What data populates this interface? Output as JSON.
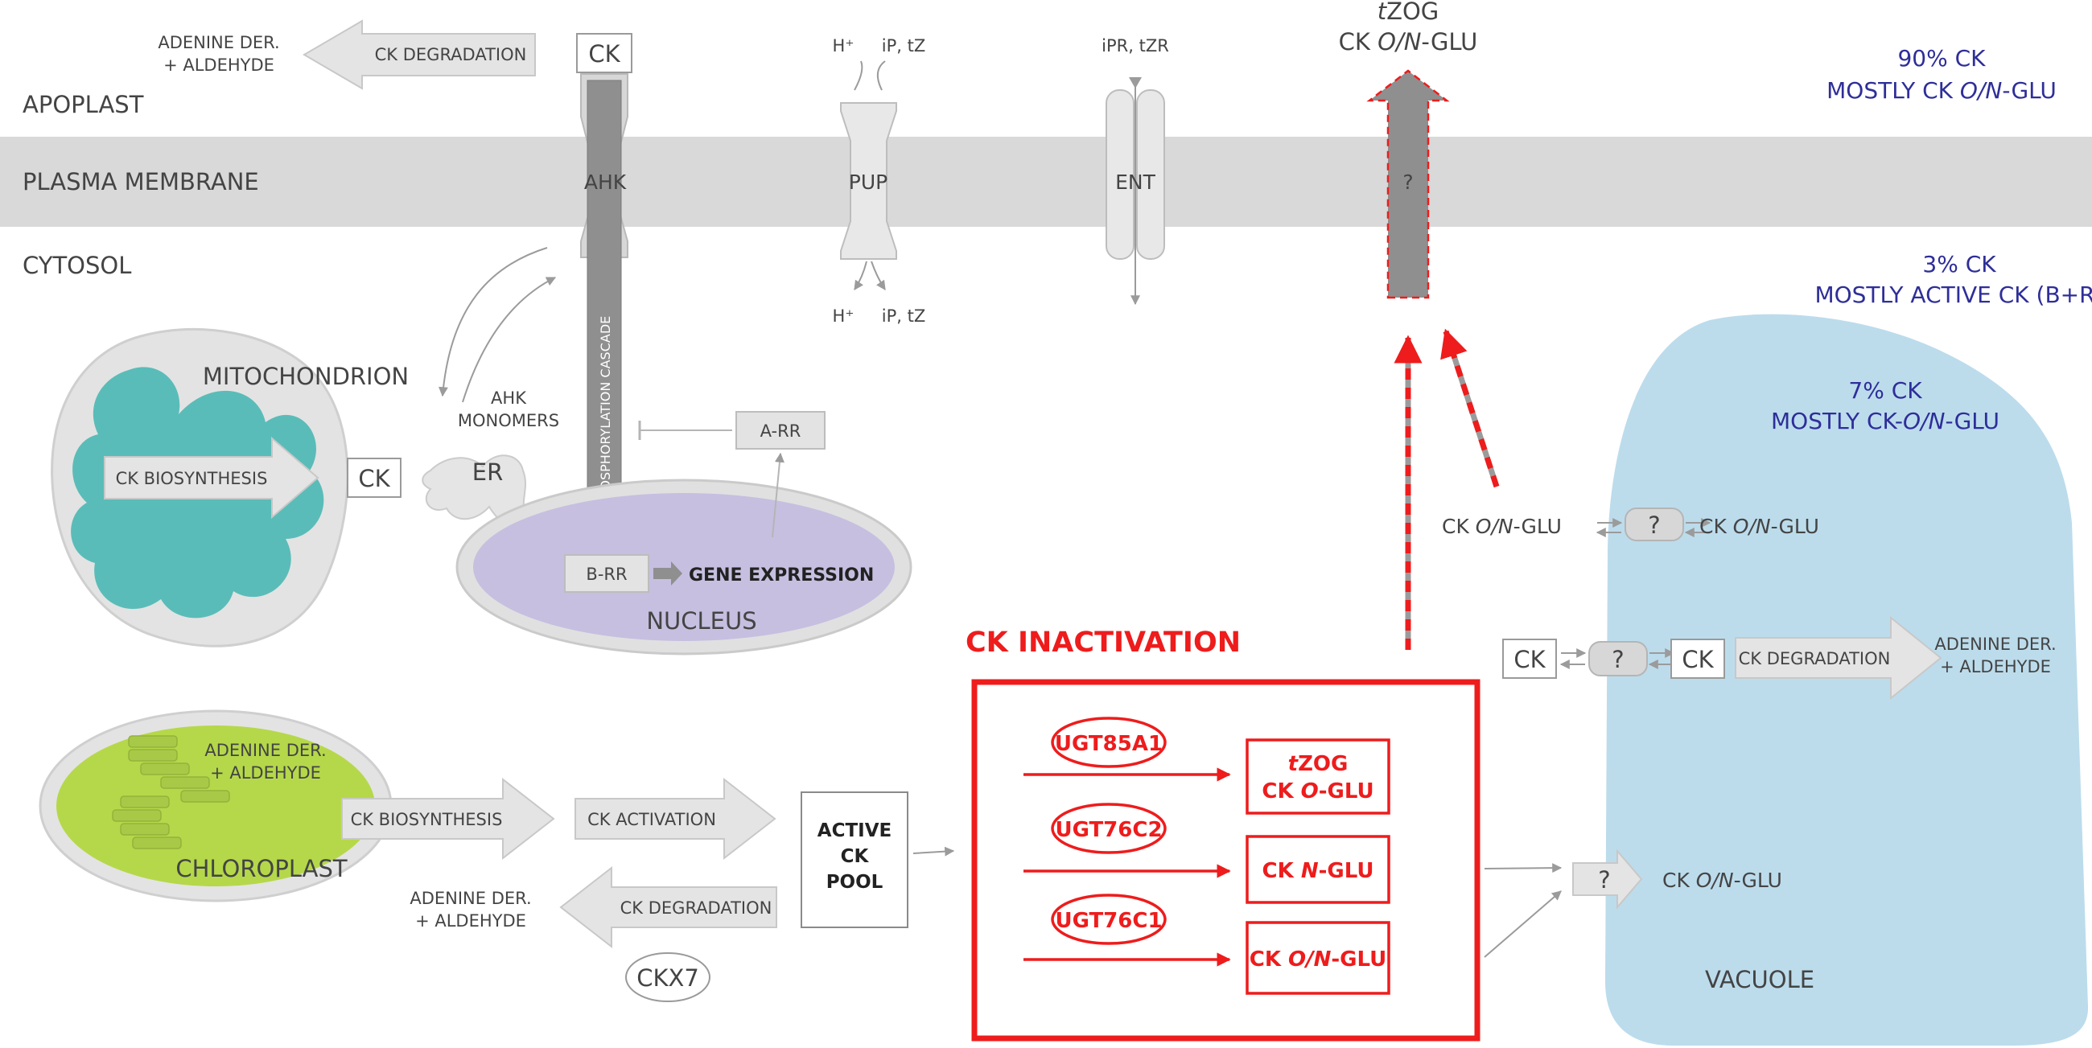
{
  "regions": {
    "apoplast": "APOPLAST",
    "plasma_membrane": "PLASMA MEMBRANE",
    "cytosol": "CYTOSOL"
  },
  "stats": {
    "apoplast_pct": "90% CK",
    "apoplast_note_pre": "MOSTLY CK ",
    "apoplast_note_it": "O/N",
    "apoplast_note_post": "-GLU",
    "cytosol_pct": "3% CK",
    "cytosol_note": "MOSTLY ACTIVE CK (B+R)",
    "vacuole_pct": "7% CK",
    "vacuole_note_pre": "MOSTLY CK-",
    "vacuole_note_it": "O/N",
    "vacuole_note_post": "-GLU"
  },
  "top": {
    "adenine_line1": "ADENINE DER.",
    "adenine_line2": "+ ALDEHYDE",
    "ck_degradation": "CK DEGRADATION",
    "ck_box": "CK"
  },
  "transporters": {
    "ahk": "AHK",
    "pup": "PUP",
    "ent": "ENT",
    "unknown": "?",
    "pup_h_top": "H⁺",
    "pup_ip_top": "iP, tZ",
    "pup_h_bottom": "H⁺",
    "pup_ip_bottom": "iP, tZ",
    "ent_riboside": "iPR, tZR",
    "export_line1_it": "t",
    "export_line1_rest": "ZOG",
    "export_line2_pre": "CK ",
    "export_line2_it": "O/N",
    "export_line2_post": "-GLU"
  },
  "signaling": {
    "phosphorylation": "PHOSPHORYLATION CASCADE",
    "ahk_monomers_line1": "AHK",
    "ahk_monomers_line2": "MONOMERS",
    "er": "ER",
    "a_rr": "A-RR",
    "b_rr": "B-RR",
    "gene_expression": "GENE EXPRESSION",
    "nucleus": "NUCLEUS"
  },
  "mitochondrion": {
    "label": "MITOCHONDRION",
    "biosynthesis": "CK BIOSYNTHESIS",
    "ck": "CK"
  },
  "chloroplast": {
    "label": "CHLOROPLAST",
    "adenine_line1": "ADENINE DER.",
    "adenine_line2": "+ ALDEHYDE",
    "biosynthesis": "CK BIOSYNTHESIS",
    "activation": "CK ACTIVATION",
    "degradation": "CK DEGRADATION",
    "deg_adenine_line1": "ADENINE DER.",
    "deg_adenine_line2": "+ ALDEHYDE",
    "ckx7": "CKX7"
  },
  "pool": {
    "line1": "ACTIVE",
    "line2": "CK",
    "line3": "POOL"
  },
  "inactivation": {
    "title": "CK INACTIVATION",
    "enzymes": [
      "UGT85A1",
      "UGT76C2",
      "UGT76C1"
    ],
    "p1_line1_it": "t",
    "p1_line1_rest": "ZOG",
    "p1_line2_pre": "CK ",
    "p1_line2_it": "O",
    "p1_line2_post": "-GLU",
    "p2_pre": "CK ",
    "p2_it": "N",
    "p2_post": "-GLU",
    "p3_pre": "CK ",
    "p3_it": "O/N",
    "p3_post": "-GLU"
  },
  "vacuole": {
    "label": "VACUOLE",
    "q": "?",
    "glu_pre": "CK ",
    "glu_it": "O/N",
    "glu_post": "-GLU",
    "ck": "CK",
    "degradation": "CK DEGRADATION",
    "adenine_line1": "ADENINE DER.",
    "adenine_line2": "+ ALDEHYDE"
  },
  "colors": {
    "membrane": "#d9d9d9",
    "arrow_fill": "#e4e4e4",
    "nucleus": "#c6bfe0",
    "mitochondrion_inner": "#5abcb8",
    "chloroplast": "#b5d84a",
    "vacuole": "#bcdcec",
    "inactivation_red": "#ee1c1c",
    "stats_blue": "#2e2e99"
  }
}
